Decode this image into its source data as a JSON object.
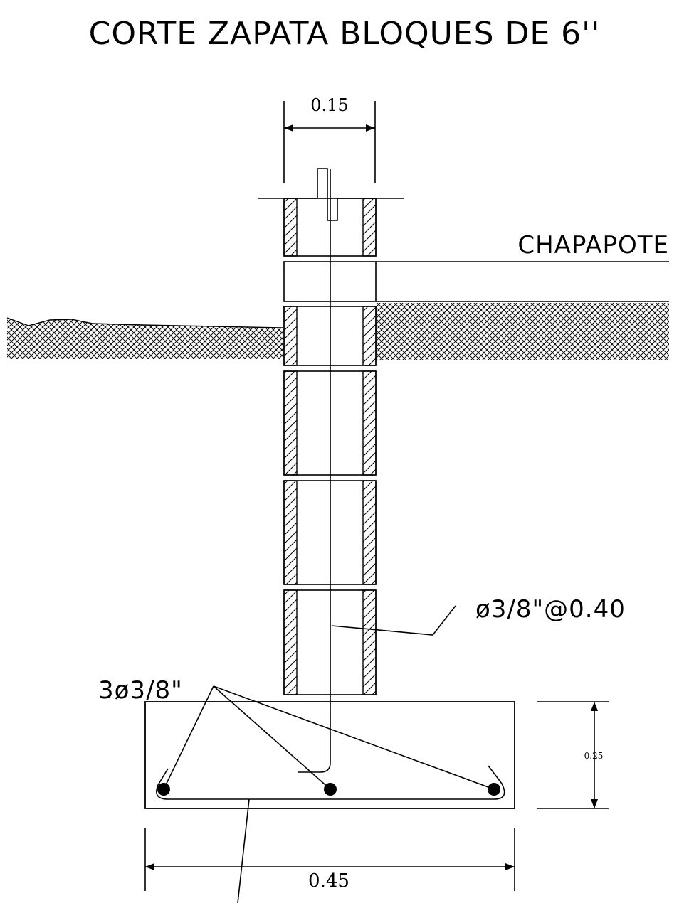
{
  "title": "CORTE ZAPATA BLOQUES DE 6''",
  "labels": {
    "top_width": "0.15",
    "chapapote": "CHAPAPOTE",
    "vertical_rebar": "ø3/8\"@0.40",
    "bottom_rebar": "3ø3/8\"",
    "footing_height": "0.25",
    "footing_width": "0.45"
  },
  "colors": {
    "line": "#000000",
    "background": "#ffffff"
  }
}
